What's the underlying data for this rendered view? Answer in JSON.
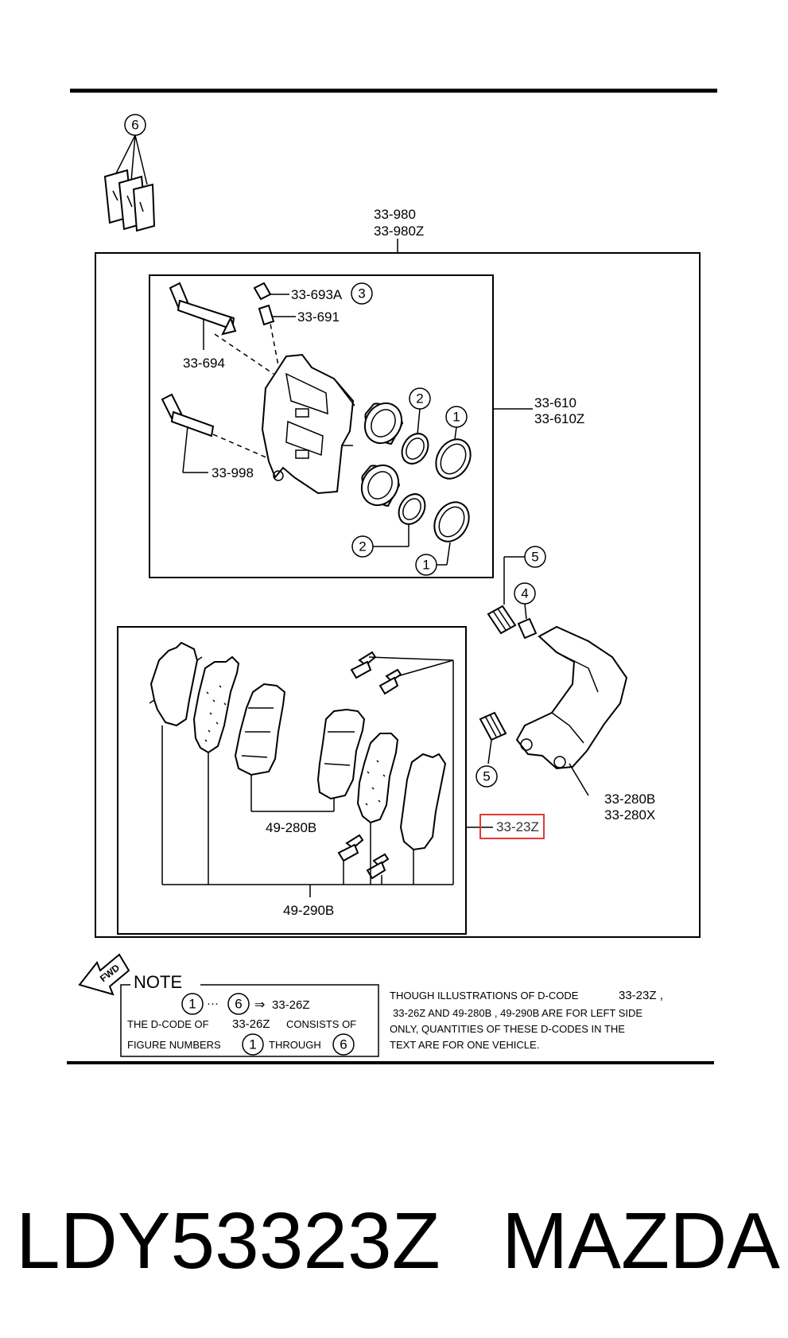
{
  "parts": {
    "assembly_a": "33-980",
    "assembly_b": "33-980Z",
    "bleeder_cap": "33-693A",
    "bleeder_screw": "33-691",
    "guide_pin_upper": "33-694",
    "guide_pin_lower": "33-998",
    "caliper_a": "33-610",
    "caliper_b": "33-610Z",
    "bracket_a": "33-280B",
    "bracket_b": "33-280X",
    "highlighted_part": "33-23Z",
    "pad_set_inner": "49-280B",
    "pad_set_outer": "49-290B"
  },
  "figure_numbers": {
    "n1": "1",
    "n2": "2",
    "n3": "3",
    "n4": "4",
    "n5": "5",
    "n6": "6"
  },
  "fwd_label": "FWD",
  "note": {
    "title": "NOTE",
    "ellipsis": "···",
    "arrow": "⇒",
    "kit_code": "33-26Z",
    "line2_a": "THE D-CODE OF",
    "line2_code": "33-26Z",
    "line2_b": "CONSISTS OF",
    "line3_a": "FIGURE NUMBERS",
    "line3_b": "THROUGH"
  },
  "disclaimer": {
    "line1_a": "THOUGH ILLUSTRATIONS OF D-CODE",
    "line1_code": "33-23Z ,",
    "line2": "33-26Z AND 49-280B , 49-290B ARE FOR LEFT SIDE",
    "line3": "ONLY, QUANTITIES OF THESE D-CODES IN THE",
    "line4": "TEXT ARE FOR ONE VEHICLE."
  },
  "caption": {
    "part_number": "LDY53323Z",
    "brand": "MAZDA"
  },
  "colors": {
    "highlight": "#e53935",
    "ink": "#000000"
  }
}
